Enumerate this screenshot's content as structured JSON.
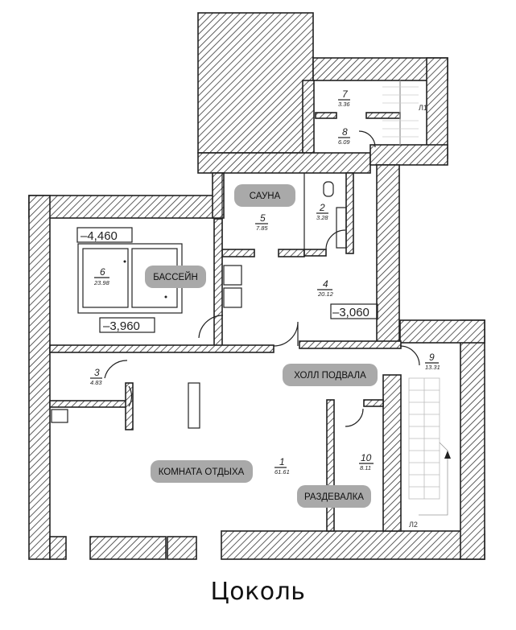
{
  "caption": "Цоколь",
  "rooms": [
    {
      "id": "1",
      "num": "1",
      "area": "61.61",
      "label": "КОМНАТА ОТДЫХА"
    },
    {
      "id": "2",
      "num": "2",
      "area": "3.28",
      "label": ""
    },
    {
      "id": "3",
      "num": "3",
      "area": "4.83",
      "label": ""
    },
    {
      "id": "4",
      "num": "4",
      "area": "20.12",
      "label": "ХОЛЛ ПОДВАЛА"
    },
    {
      "id": "5",
      "num": "5",
      "area": "7.85",
      "label": "САУНА"
    },
    {
      "id": "6",
      "num": "6",
      "area": "23.98",
      "label": "БАССЕЙН"
    },
    {
      "id": "7",
      "num": "7",
      "area": "3.36",
      "label": ""
    },
    {
      "id": "8",
      "num": "8",
      "area": "6.09",
      "label": ""
    },
    {
      "id": "9",
      "num": "9",
      "area": "13.31",
      "label": ""
    },
    {
      "id": "10",
      "num": "10",
      "area": "8.11",
      "label": "РАЗДЕВАЛКА"
    }
  ],
  "levels": {
    "pool_top": "–4,460",
    "pool_bottom": "–3,960",
    "hall": "–3,060"
  },
  "stair_marks": {
    "l1": "Л1",
    "l2": "Л2"
  }
}
